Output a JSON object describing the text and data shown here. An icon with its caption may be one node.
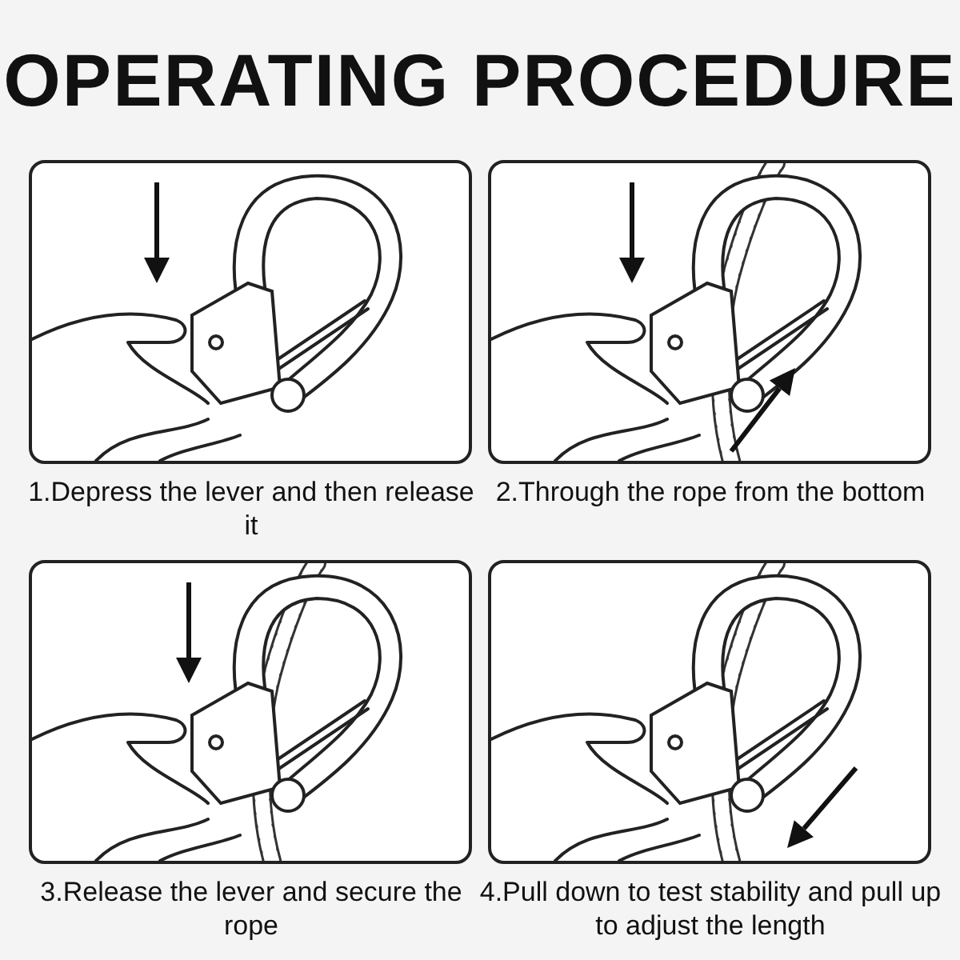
{
  "diagram": {
    "title": "OPERATING PROCEDURE",
    "labels": [
      "1.Depress the lever and then release it",
      "2.Through the rope from the bottom",
      "3.Release the lever and secure the rope",
      "4.Pull down to test stability and pull up to adjust the length"
    ]
  }
}
